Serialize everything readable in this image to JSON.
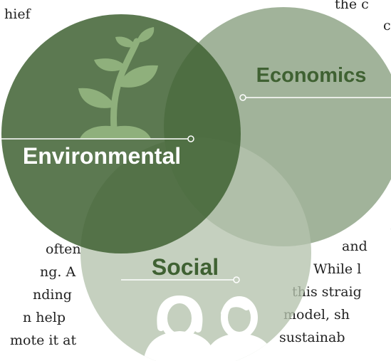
{
  "background_text": {
    "top_left": [
      "hief"
    ],
    "top_right": [
      "the c",
      "c"
    ],
    "bottom_left": [
      "often",
      "ng. A",
      "nding",
      "n help",
      "mote it at"
    ],
    "bottom_right": [
      ",",
      "and",
      "While l",
      "this straig",
      "model, sh",
      "sustainab"
    ]
  },
  "venn": {
    "environmental": {
      "label": "Environmental",
      "color": "#3f6132",
      "icon": "plant-icon"
    },
    "economics": {
      "label": "Economics",
      "color": "#7d9573",
      "icon": ""
    },
    "social": {
      "label": "Social",
      "color": "#b5c3ad",
      "icon": "people-icon"
    }
  }
}
